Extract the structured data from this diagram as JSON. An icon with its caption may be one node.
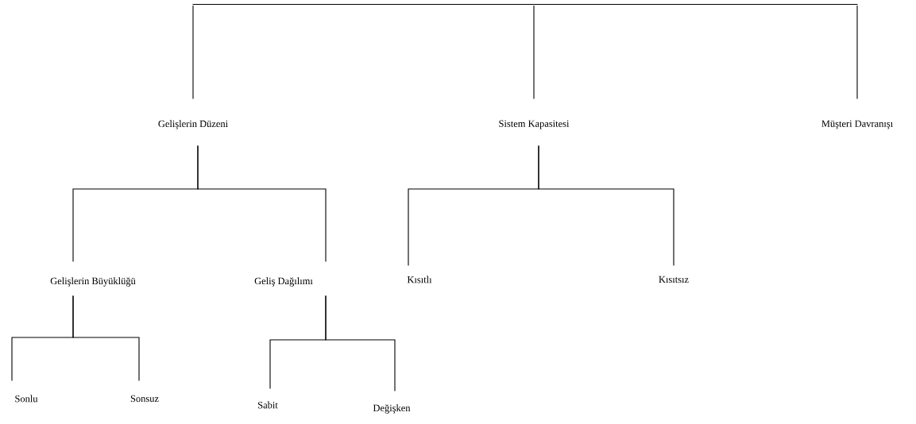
{
  "diagram": {
    "nodes": [
      {
        "text": [],
        "shape": "bar"
      },
      {
        "text": [
          "Gelişlerin Düzeni"
        ]
      },
      {
        "text": [
          "Sistem Kapasitesi"
        ]
      },
      {
        "text": [
          "Müşteri Davranışı"
        ]
      },
      {
        "text": [
          "Gelişlerin Büyüklüğü"
        ]
      },
      {
        "text": [
          "Geliş Dağılımı"
        ]
      },
      {
        "text": [
          "Kısıtlı"
        ]
      },
      {
        "text": [
          "Kısıtsız"
        ]
      },
      {
        "text": [
          "Sonlu"
        ]
      },
      {
        "text": [
          "Sonsuz"
        ]
      },
      {
        "text": [
          "Sabit"
        ]
      },
      {
        "text": [
          "Değişken"
        ]
      }
    ],
    "edges": [
      {
        "from": 0,
        "to": 1,
        "arrow": "none"
      },
      {
        "from": 0,
        "to": 2,
        "arrow": "none"
      },
      {
        "from": 0,
        "to": 3,
        "arrow": "none"
      },
      {
        "from": 1,
        "to": 4,
        "arrow": "none"
      },
      {
        "from": 1,
        "to": 5,
        "arrow": "none"
      },
      {
        "from": 2,
        "to": 6,
        "arrow": "none"
      },
      {
        "from": 2,
        "to": 7,
        "arrow": "none"
      },
      {
        "from": 4,
        "to": 8,
        "arrow": "none"
      },
      {
        "from": 4,
        "to": 9,
        "arrow": "none"
      },
      {
        "from": 5,
        "to": 10,
        "arrow": "none"
      },
      {
        "from": 5,
        "to": 11,
        "arrow": "none"
      }
    ]
  }
}
